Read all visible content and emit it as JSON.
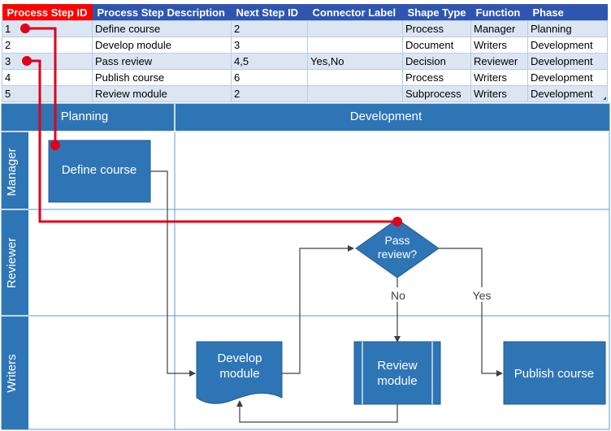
{
  "table": {
    "headers": [
      "Process Step ID",
      "Process Step Description",
      "Next Step ID",
      "Connector Label",
      "Shape Type",
      "Function",
      "Phase"
    ],
    "rows": [
      [
        "1",
        "Define course",
        "2",
        "",
        "Process",
        "Manager",
        "Planning"
      ],
      [
        "2",
        "Develop module",
        "3",
        "",
        "Document",
        "Writers",
        "Development"
      ],
      [
        "3",
        "Pass review",
        "4,5",
        "Yes,No",
        "Decision",
        "Reviewer",
        "Development"
      ],
      [
        "4",
        "Publish course",
        "6",
        "",
        "Process",
        "Writers",
        "Development"
      ],
      [
        "5",
        "Review module",
        "2",
        "",
        "Subprocess",
        "Writers",
        "Development"
      ]
    ]
  },
  "diagram": {
    "phases": [
      "Planning",
      "Development"
    ],
    "lanes": [
      "Manager",
      "Reviewer",
      "Writers"
    ],
    "shapes": {
      "define": [
        "Define course"
      ],
      "develop": [
        "Develop",
        "module"
      ],
      "decision": [
        "Pass",
        "review?"
      ],
      "review": [
        "Review",
        "module"
      ],
      "publish": [
        "Publish course"
      ]
    },
    "connectors": {
      "no": "No",
      "yes": "Yes"
    }
  },
  "colors": {
    "header_blue": "#2e56b0",
    "highlight_red": "#ff0000",
    "row_band": "#dce6f2",
    "shape_fill": "#2e75b6",
    "lane_header": "#2e75b6",
    "callout_red": "#e0001b"
  }
}
